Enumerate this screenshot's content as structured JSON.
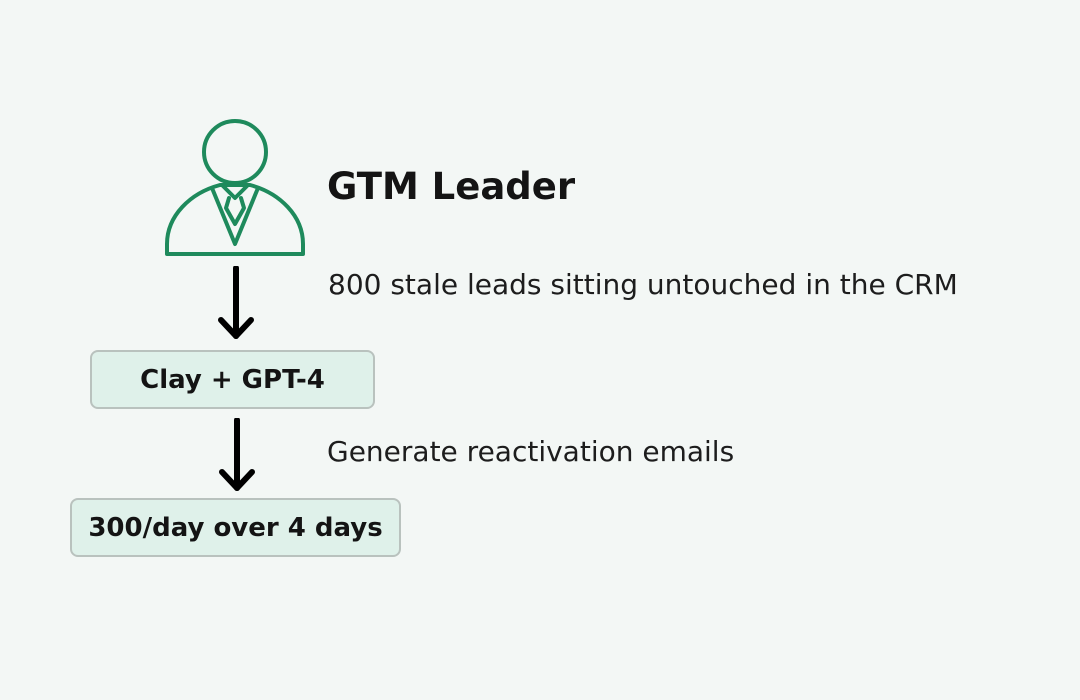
{
  "colors": {
    "background": "#f3f7f5",
    "icon_stroke": "#1e8a5c",
    "box_fill": "#dff1ea",
    "box_border": "#b9c2be",
    "arrow": "#000000"
  },
  "header": {
    "icon": "person-tie-icon",
    "title": "GTM Leader"
  },
  "steps": [
    {
      "label": "Clay + GPT-4"
    },
    {
      "label": "300/day over 4 days"
    }
  ],
  "annotations": [
    {
      "text": "800 stale leads sitting untouched in the CRM"
    },
    {
      "text": "Generate reactivation emails"
    }
  ]
}
